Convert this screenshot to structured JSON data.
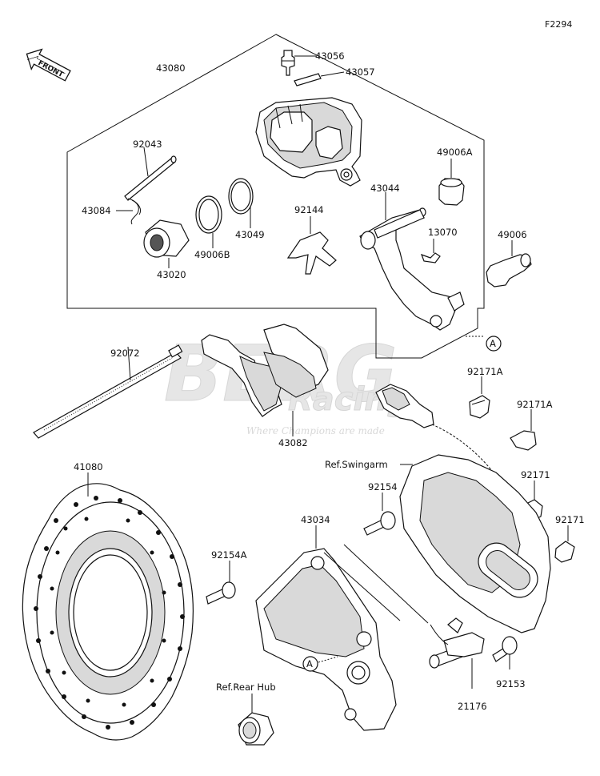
{
  "figure_code": "F2294",
  "front_indicator": "FRONT",
  "watermark": {
    "brand": "BERG",
    "sub_brand": "Racing",
    "tagline": "Where Champions are made"
  },
  "callout_marker": "A",
  "parts": {
    "p43056": "43056",
    "p43057": "43057",
    "p43080": "43080",
    "p92043": "92043",
    "p43084": "43084",
    "p43020": "43020",
    "p49006B": "49006B",
    "p43049": "43049",
    "p92144": "92144",
    "p43044": "43044",
    "p49006A": "49006A",
    "p13070": "13070",
    "p49006": "49006",
    "p92072": "92072",
    "p43082": "43082",
    "p92171A_1": "92171A",
    "p92171A_2": "92171A",
    "p92171_1": "92171",
    "p92171_2": "92171",
    "p41080": "41080",
    "p92154": "92154",
    "p43034": "43034",
    "p92154A": "92154A",
    "p92153": "92153",
    "p21176": "21176"
  },
  "references": {
    "swingarm": "Ref.Swingarm",
    "rear_hub": "Ref.Rear Hub"
  }
}
